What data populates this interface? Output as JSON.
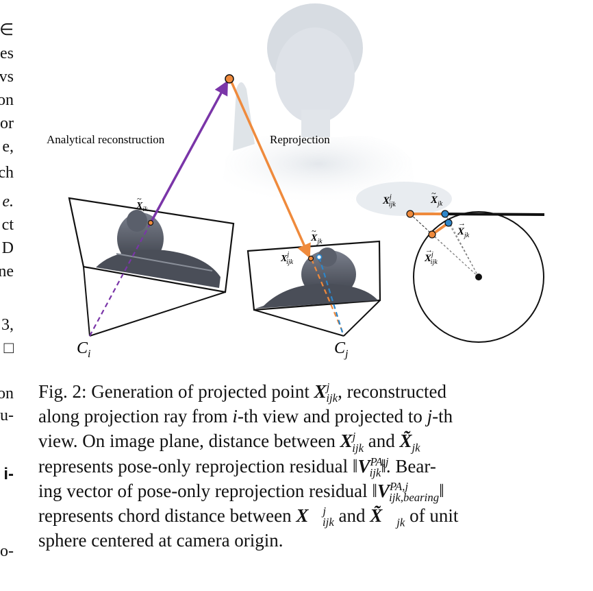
{
  "left_column": {
    "fragments": [
      "∈",
      "es",
      "vs",
      "on",
      "or",
      "e,",
      "ch",
      "e.",
      "ct",
      "D",
      "ne",
      "3,",
      "□",
      "on",
      "u-",
      "i-",
      "o-"
    ]
  },
  "figure": {
    "labels": {
      "analytical": "Analytical reconstruction",
      "reprojection": "Reprojection",
      "ci": "C",
      "ci_sub": "i",
      "cj": "C",
      "cj_sub": "j"
    }
  },
  "caption": {
    "prefix": "Fig. 2: Generation of projected point ",
    "t1": ", reconstructed",
    "t2": "along projection ray from ",
    "t2b": "-th view and projected to ",
    "t2c": "-th",
    "t3": "view. On image plane, distance between ",
    "t3b": " and ",
    "t4": "represents pose-only reprojection residual ",
    "t4b": ". Bear-",
    "t5": "ing vector of pose-only reprojection residual ",
    "t6": "represents chord distance between ",
    "t6b": " and ",
    "t6c": " of unit",
    "t7": "sphere centered at camera origin."
  },
  "colors": {
    "purple": "#7a35a8",
    "orange": "#ef8a3c",
    "blue": "#2e86c9"
  }
}
